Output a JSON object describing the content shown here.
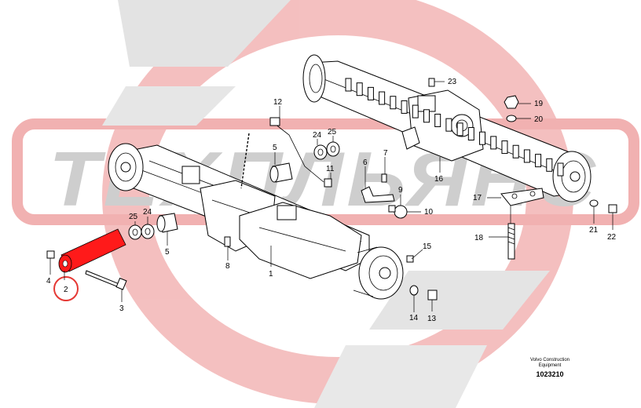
{
  "watermark": {
    "text": "ТЕХПЛЬЯНС",
    "ring_color": "#e53935",
    "logo_gray": "#cfcfcf"
  },
  "highlight_color": "#ff1a1a",
  "highlighted_part": "2",
  "callouts": [
    "1",
    "2",
    "3",
    "4",
    "5",
    "5",
    "6",
    "7",
    "8",
    "9",
    "10",
    "11",
    "12",
    "13",
    "14",
    "15",
    "16",
    "17",
    "18",
    "19",
    "20",
    "21",
    "22",
    "23",
    "24",
    "24",
    "25",
    "25"
  ],
  "caption": {
    "line1": "Volvo Construction",
    "line2": "Equipment",
    "code": "1023210"
  }
}
